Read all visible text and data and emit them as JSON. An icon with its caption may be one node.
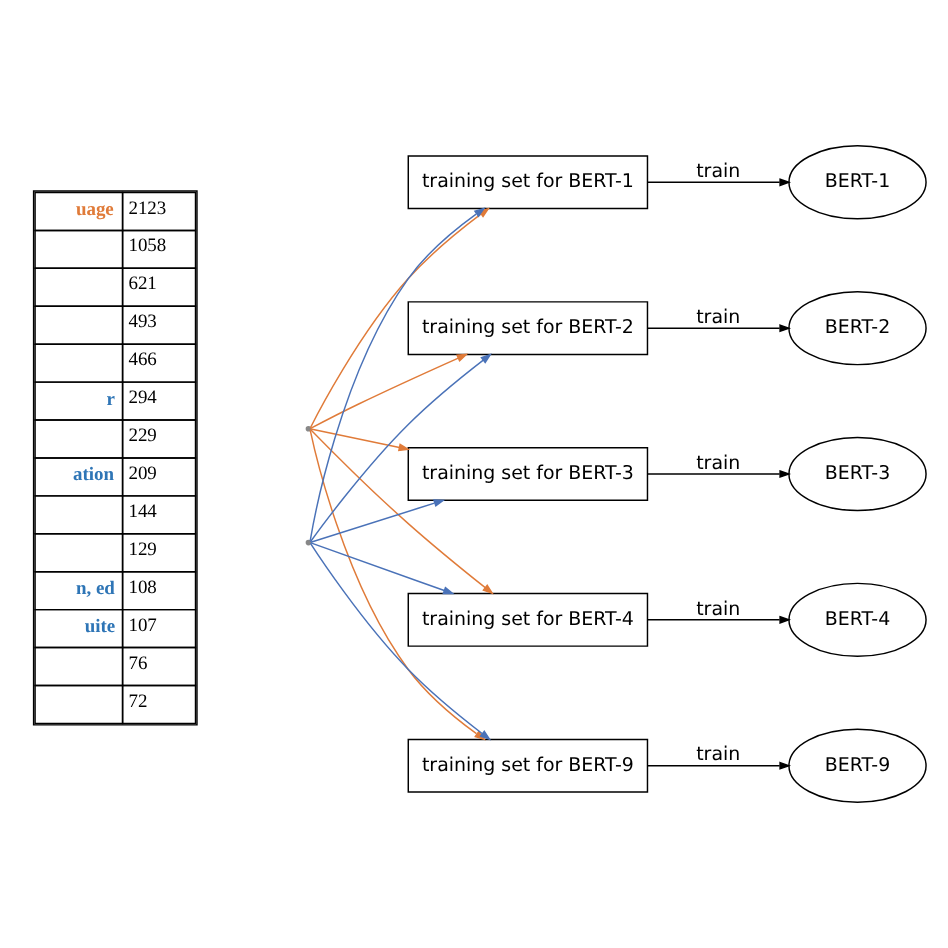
{
  "diagram": {
    "nodes": [
      {
        "text": [],
        "shape": "point"
      },
      {
        "text": [],
        "shape": "point"
      },
      {
        "text": [
          "training set for BERT-1"
        ]
      },
      {
        "text": [
          "BERT-1"
        ]
      },
      {
        "text": [
          "training set for BERT-2"
        ]
      },
      {
        "text": [
          "BERT-2"
        ]
      },
      {
        "text": [
          "training set for BERT-3"
        ]
      },
      {
        "text": [
          "BERT-3"
        ]
      },
      {
        "text": [
          "training set for BERT-4"
        ]
      },
      {
        "text": [
          "BERT-4"
        ]
      },
      {
        "text": [
          "training set for BERT-9"
        ]
      },
      {
        "text": [
          "BERT-9"
        ]
      }
    ],
    "edges": [
      {
        "from": 2,
        "to": 3,
        "arrow": "to",
        "label": "train"
      },
      {
        "from": 4,
        "to": 5,
        "arrow": "to",
        "label": "train"
      },
      {
        "from": 6,
        "to": 7,
        "arrow": "to",
        "label": "train"
      },
      {
        "from": 8,
        "to": 9,
        "arrow": "to",
        "label": "train"
      },
      {
        "from": 10,
        "to": 11,
        "arrow": "to",
        "label": "train"
      },
      {
        "from": 0,
        "to": 2,
        "arrow": "to",
        "color": "#e07b39"
      },
      {
        "from": 0,
        "to": 4,
        "arrow": "to",
        "color": "#e07b39"
      },
      {
        "from": 0,
        "to": 6,
        "arrow": "to",
        "color": "#e07b39"
      },
      {
        "from": 0,
        "to": 8,
        "arrow": "to",
        "color": "#e07b39"
      },
      {
        "from": 0,
        "to": 10,
        "arrow": "to",
        "color": "#e07b39"
      },
      {
        "from": 1,
        "to": 2,
        "arrow": "to",
        "color": "#4a72b8"
      },
      {
        "from": 1,
        "to": 4,
        "arrow": "to",
        "color": "#4a72b8"
      },
      {
        "from": 1,
        "to": 6,
        "arrow": "to",
        "color": "#4a72b8"
      },
      {
        "from": 1,
        "to": 8,
        "arrow": "to",
        "color": "#4a72b8"
      },
      {
        "from": 1,
        "to": 10,
        "arrow": "to",
        "color": "#4a72b8"
      }
    ],
    "labels": [
      "uage",
      "2123",
      "1058",
      "621",
      "493",
      "466",
      "r",
      "294",
      "229",
      "ation",
      "209",
      "144",
      "129",
      "n, ed",
      "108",
      "uite",
      "107",
      "76",
      "72"
    ]
  }
}
